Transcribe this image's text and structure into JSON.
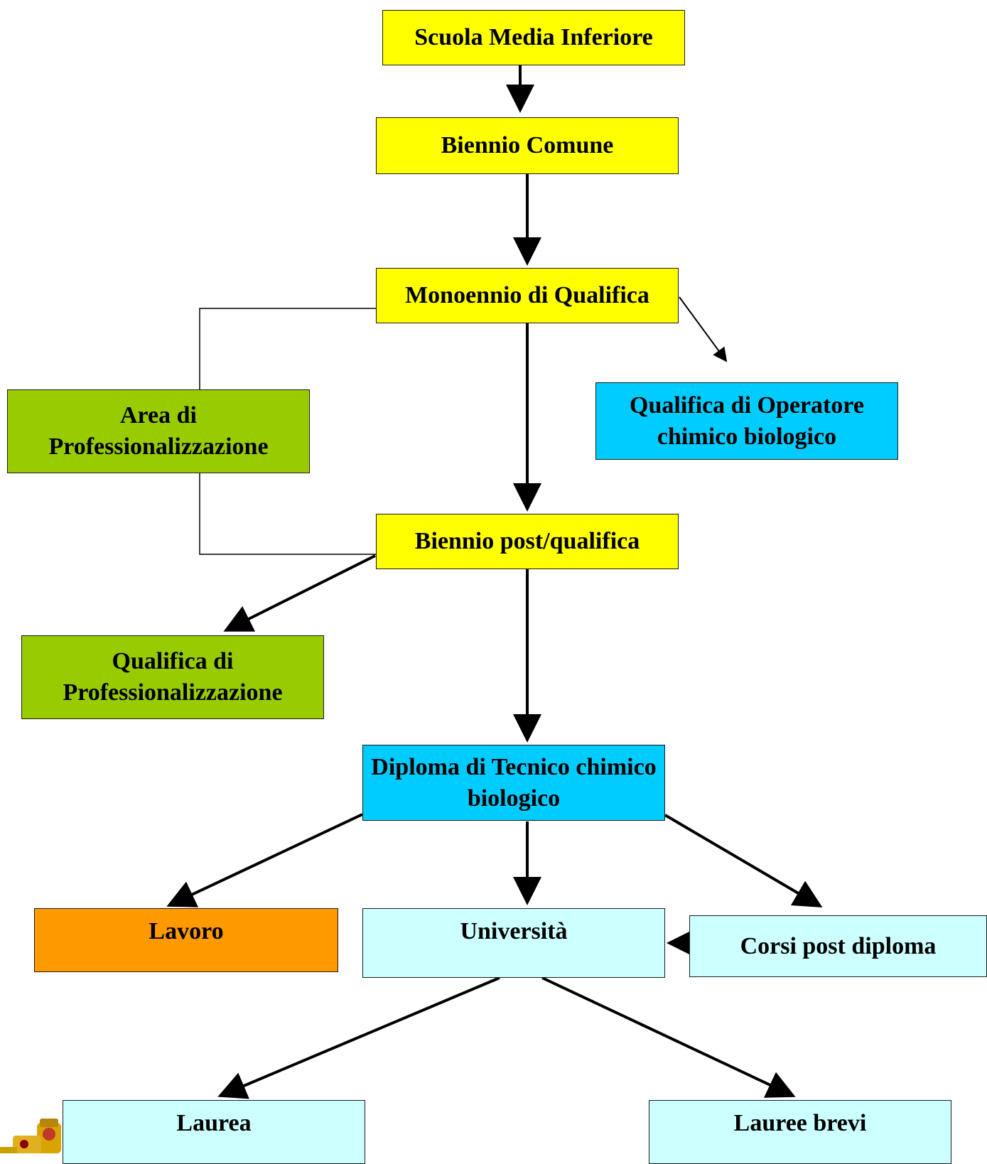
{
  "nodes": {
    "scuola_media": "Scuola Media Inferiore",
    "biennio_comune": "Biennio Comune",
    "monoennio": "Monoennio di Qualifica",
    "qualifica_operatore": "Qualifica di Operatore chimico biologico",
    "area_prof": "Area di Professionalizzazione",
    "biennio_post": "Biennio post/qualifica",
    "qualifica_prof": "Qualifica di Professionalizzazione",
    "diploma": "Diploma di Tecnico chimico biologico",
    "lavoro": "Lavoro",
    "universita": "Università",
    "corsi_post": "Corsi post diploma",
    "laurea": "Laurea",
    "lauree_brevi": "Lauree brevi"
  },
  "colors": {
    "school_path": "#ffff00",
    "professional": "#99cc00",
    "qualification": "#00ccff",
    "higher_education": "#ccffff",
    "work": "#ff9900",
    "connector": "#000000"
  },
  "logo_icon": "crest-emblem-icon"
}
